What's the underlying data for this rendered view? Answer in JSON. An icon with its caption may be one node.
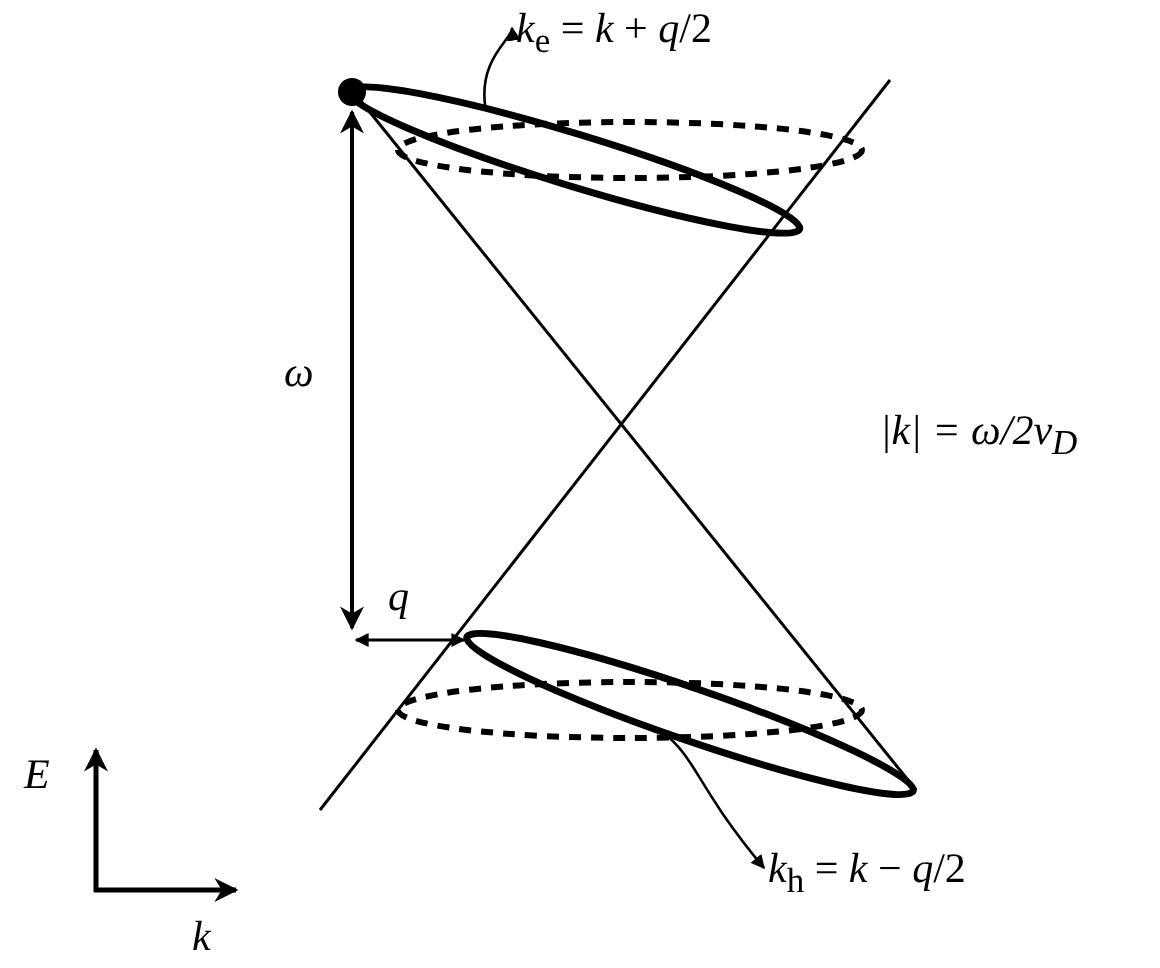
{
  "diagram": {
    "nodes": [
      {
        "text": [
          "*k*$_{e}$ = *k* + *q*/2"
        ]
      },
      {
        "text": [],
        "shape": "ellipse"
      },
      {
        "text": [
          "*k*$_{h}$ = *k* − *q*/2"
        ]
      },
      {
        "text": [],
        "shape": "ellipse"
      }
    ],
    "edges": [
      {
        "from": 1,
        "to": 0,
        "arrow": "to"
      },
      {
        "from": 3,
        "to": 2,
        "arrow": "to"
      }
    ],
    "labels": [
      "*ω*",
      "*q*",
      "|k| = ω/2v$_{D}$",
      "*E*",
      "*k*"
    ]
  }
}
